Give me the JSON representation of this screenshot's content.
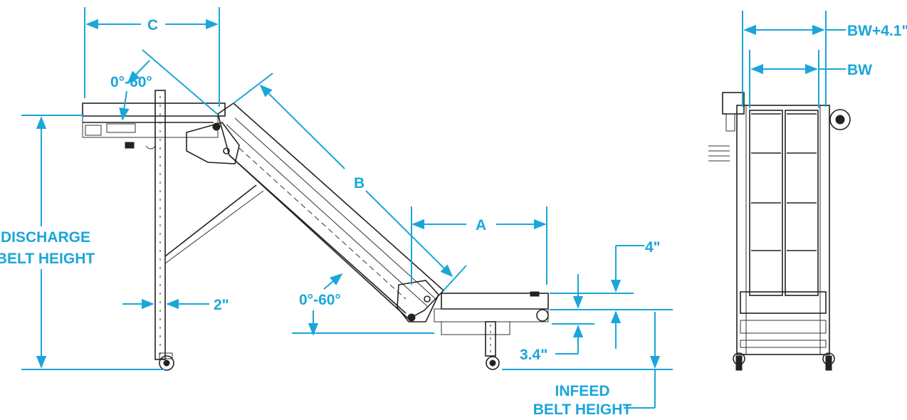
{
  "labels": {
    "dim_c": "C",
    "dim_b": "B",
    "dim_a": "A",
    "angle_top": "0°-60°",
    "angle_bottom": "0°-60°",
    "discharge_line1": "DISCHARGE",
    "discharge_line2": "BELT HEIGHT",
    "leg_width": "2\"",
    "dim_4in": "4\"",
    "dim_3_4in": "3.4\"",
    "infeed_line1": "INFEED",
    "infeed_line2": "BELT HEIGHT",
    "bw_plus": "BW+4.1\"",
    "bw": "BW"
  },
  "colors": {
    "dimension": "#1aa6d9",
    "machine": "#222222"
  }
}
